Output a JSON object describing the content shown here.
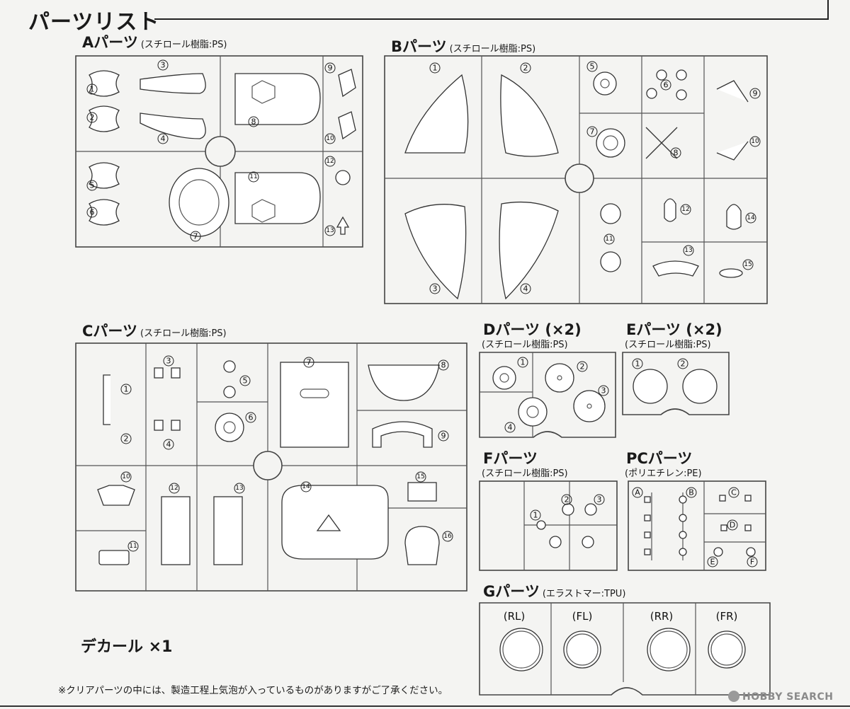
{
  "title": "パーツリスト",
  "sections": {
    "A": {
      "label": "Aパーツ",
      "material": "(スチロール樹脂:PS)",
      "numbers": [
        "1",
        "2",
        "3",
        "4",
        "5",
        "6",
        "7",
        "8",
        "9",
        "10",
        "11",
        "12",
        "13"
      ]
    },
    "B": {
      "label": "Bパーツ",
      "material": "(スチロール樹脂:PS)",
      "numbers": [
        "1",
        "2",
        "3",
        "4",
        "5",
        "6",
        "7",
        "8",
        "9",
        "10",
        "11",
        "12",
        "13",
        "14",
        "15"
      ]
    },
    "C": {
      "label": "Cパーツ",
      "material": "(スチロール樹脂:PS)",
      "numbers": [
        "1",
        "2",
        "3",
        "4",
        "5",
        "6",
        "7",
        "8",
        "9",
        "10",
        "11",
        "12",
        "13",
        "14",
        "15",
        "16"
      ]
    },
    "D": {
      "label": "Dパーツ",
      "count": "(×2)",
      "material": "(スチロール樹脂:PS)",
      "numbers": [
        "1",
        "2",
        "3",
        "4"
      ]
    },
    "E": {
      "label": "Eパーツ",
      "count": "(×2)",
      "material": "(スチロール樹脂:PS)",
      "numbers": [
        "1",
        "2"
      ]
    },
    "F": {
      "label": "Fパーツ",
      "material": "(スチロール樹脂:PS)",
      "numbers": [
        "1",
        "2",
        "3"
      ]
    },
    "PC": {
      "label": "PCパーツ",
      "material": "(ポリエチレン:PE)",
      "letters": [
        "A",
        "B",
        "C",
        "D",
        "E",
        "F"
      ]
    },
    "G": {
      "label": "Gパーツ",
      "material": "(エラストマー:TPU)",
      "tires": [
        "(RL)",
        "(FL)",
        "(RR)",
        "(FR)"
      ]
    }
  },
  "decal": "デカール ×1",
  "note": "※クリアパーツの中には、製造工程上気泡が入っているものがありますがご了承ください。",
  "watermark": "HOBBY SEARCH",
  "icons": [
    "hobbysearch-logo-icon"
  ]
}
